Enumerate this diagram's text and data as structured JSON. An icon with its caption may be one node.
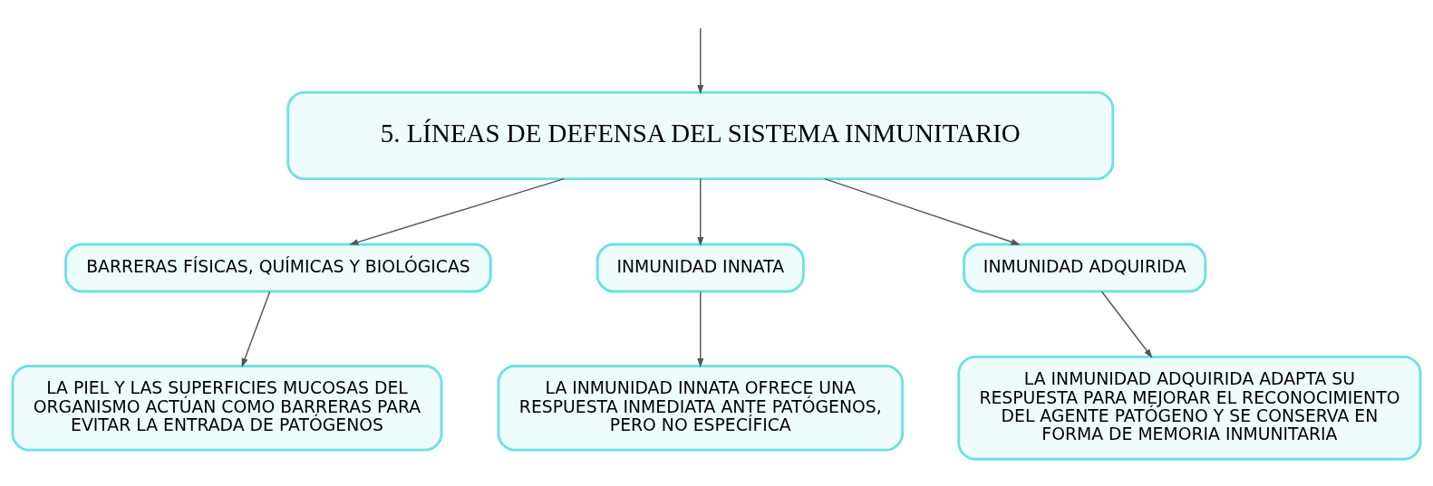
{
  "diagram": {
    "nodes": [
      {
        "text": [
          "5. LÍNEAS DE DEFENSA DEL SISTEMA INMUNITARIO"
        ]
      },
      {
        "text": [
          "BARRERAS FÍSICAS, QUÍMICAS Y BIOLÓGICAS"
        ]
      },
      {
        "text": [
          "INMUNIDAD INNATA"
        ]
      },
      {
        "text": [
          "INMUNIDAD ADQUIRIDA"
        ]
      },
      {
        "text": [
          "LA PIEL Y LAS SUPERFICIES MUCOSAS DEL ORGANISMO ACTÚAN COMO BARRERAS PARA EVITAR LA ENTRADA DE PATÓGENOS"
        ]
      },
      {
        "text": [
          "LA INMUNIDAD INNATA OFRECE UNA RESPUESTA INMEDIATA ANTE PATÓGENOS, PERO NO ESPECÍFICA"
        ]
      },
      {
        "text": [
          "LA INMUNIDAD ADQUIRIDA ADAPTA SU RESPUESTA PARA MEJORAR EL RECONOCIMIENTO DEL AGENTE PATÓGENO Y SE CONSERVA EN FORMA DE MEMORIA INMUNITARIA"
        ]
      }
    ],
    "edges": [
      {
        "from": null,
        "to": 0,
        "arrow": "to"
      },
      {
        "from": 0,
        "to": 1,
        "arrow": "to"
      },
      {
        "from": 0,
        "to": 2,
        "arrow": "to"
      },
      {
        "from": 0,
        "to": 3,
        "arrow": "to"
      },
      {
        "from": 1,
        "to": 4,
        "arrow": "to"
      },
      {
        "from": 2,
        "to": 5,
        "arrow": "to"
      },
      {
        "from": 3,
        "to": 6,
        "arrow": "to"
      }
    ]
  }
}
